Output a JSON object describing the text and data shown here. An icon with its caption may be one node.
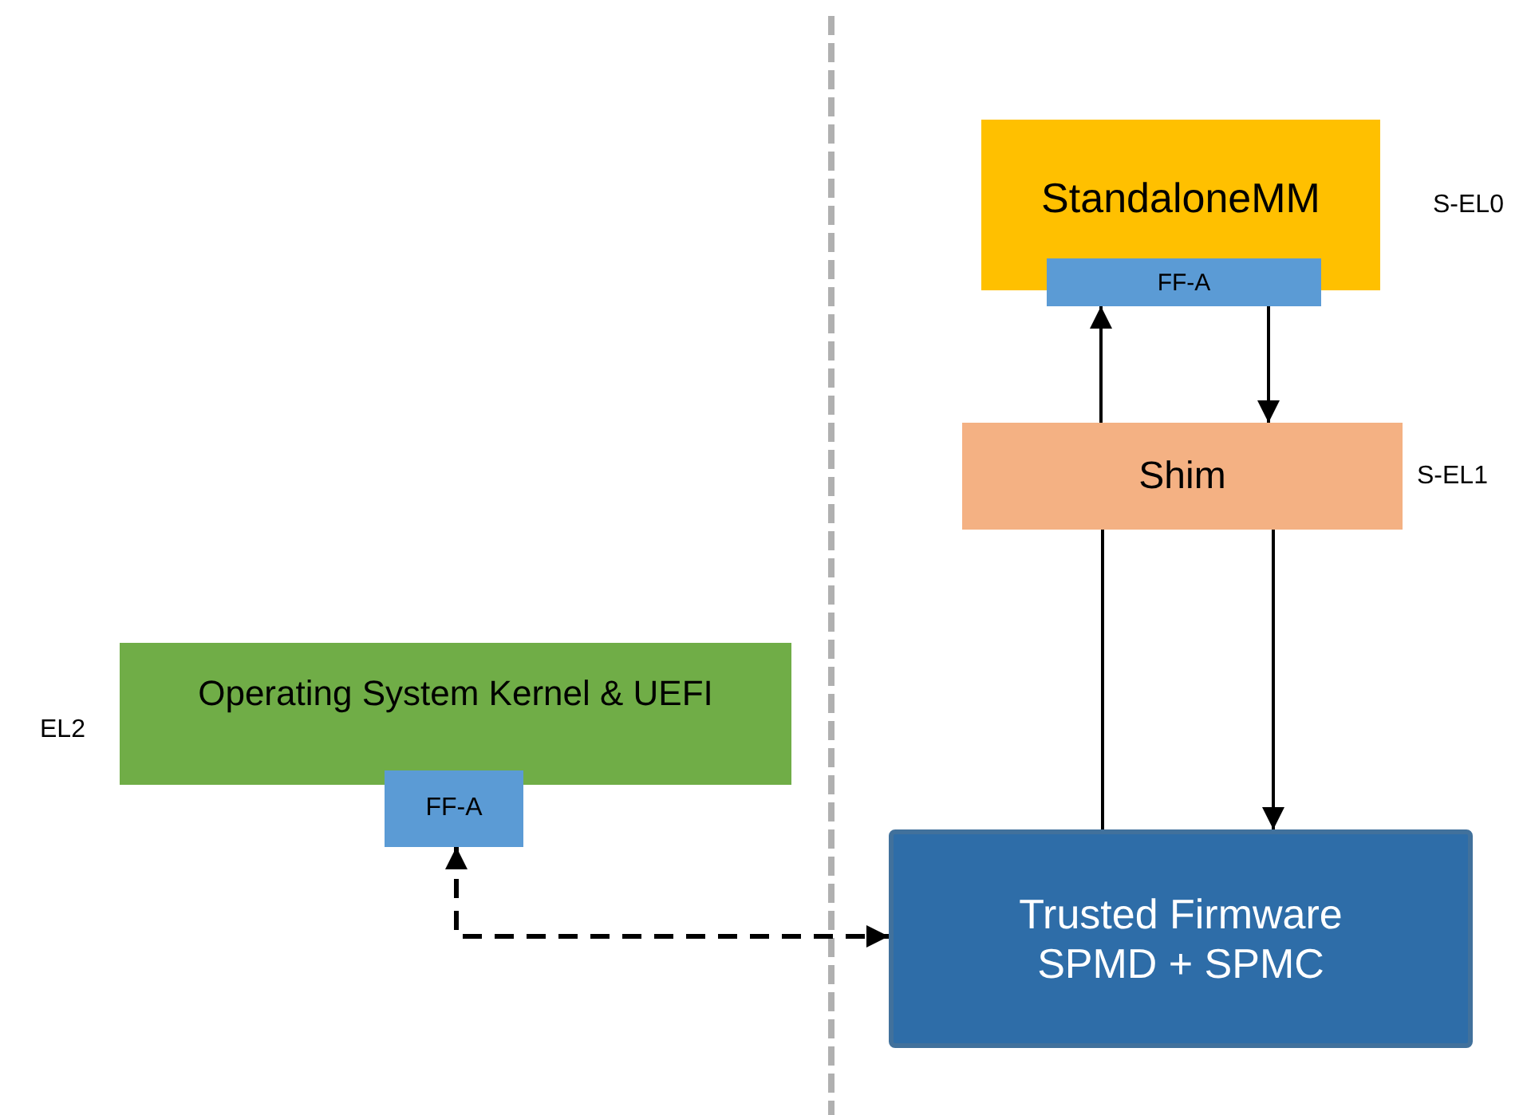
{
  "diagram": {
    "nodes": [
      {
        "text": [
          "StandaloneMM"
        ],
        "beside": [
          "S-EL0"
        ]
      },
      {
        "text": [
          "FF-A"
        ]
      },
      {
        "text": [
          "Shim"
        ],
        "beside": [
          "S-EL1"
        ]
      },
      {
        "text": [
          "Operating System Kernel & UEFI"
        ],
        "beside": [
          "EL2"
        ]
      },
      {
        "text": [
          "FF-A"
        ]
      },
      {
        "text": [
          "Trusted Firmware SPMD + SPMC"
        ]
      }
    ],
    "edges": [
      {
        "from": 2,
        "to": 1,
        "arrow": "to"
      },
      {
        "from": 1,
        "to": 2,
        "arrow": "to"
      },
      {
        "from": 5,
        "to": 2,
        "arrow": "none"
      },
      {
        "from": 2,
        "to": 5,
        "arrow": "to"
      },
      {
        "from": 4,
        "to": 5,
        "arrow": "both",
        "style": "dashed"
      }
    ]
  }
}
